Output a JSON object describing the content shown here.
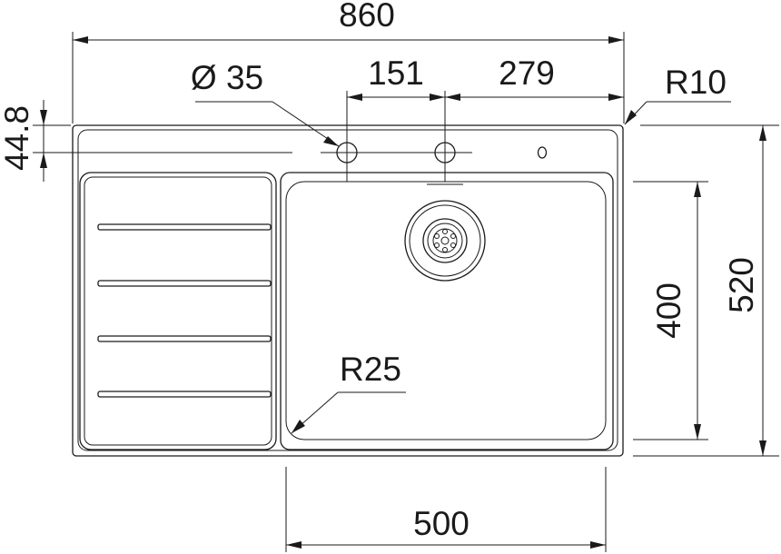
{
  "dimensions": {
    "overall_width": "860",
    "tap_hole_diameter": "Ø 35",
    "tap_hole_spacing": "151",
    "tap_hole_offset": "279",
    "corner_radius": "R10",
    "edge_to_hole_axis": "44.8",
    "bowl_depth": "400",
    "overall_depth": "520",
    "bowl_corner_radius": "R25",
    "bowl_width": "500"
  }
}
